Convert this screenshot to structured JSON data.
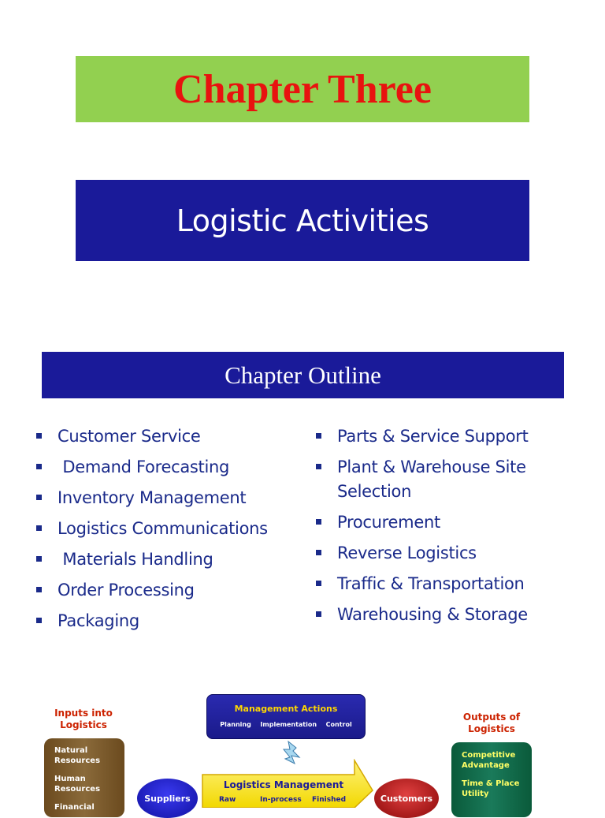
{
  "chapter_banner": {
    "text": "Chapter Three"
  },
  "title_banner": {
    "text": "Logistic Activities"
  },
  "outline": {
    "heading": "Chapter Outline",
    "left_items": [
      "Customer Service",
      " Demand Forecasting",
      "Inventory Management",
      "Logistics Communications",
      " Materials Handling",
      "Order Processing",
      "Packaging"
    ],
    "right_items": [
      "Parts & Service Support",
      "Plant & Warehouse Site Selection",
      "Procurement",
      "Reverse Logistics",
      "Traffic & Transportation",
      "Warehousing & Storage"
    ]
  },
  "diagram": {
    "inputs_title": [
      "Inputs into",
      "Logistics"
    ],
    "inputs": [
      "Natural",
      "Resources",
      "Human",
      "Resources",
      "Financial"
    ],
    "management_actions": {
      "title": "Management Actions",
      "subtitle": "Planning  Implementation  Control"
    },
    "logistics_management": {
      "title": "Logistics Management",
      "columns": [
        "Raw",
        "In-process",
        "Finished"
      ]
    },
    "suppliers": "Suppliers",
    "customers": "Customers",
    "outputs_title": [
      "Outputs of",
      "Logistics"
    ],
    "outputs": [
      "Competitive",
      "Advantage",
      "Time & Place",
      "Utility"
    ]
  },
  "colors": {
    "chapter_banner_bg": "#92d050",
    "chapter_text": "#e8130f",
    "banner_blue": "#1a1a99",
    "list_text": "#1a2a8a"
  }
}
